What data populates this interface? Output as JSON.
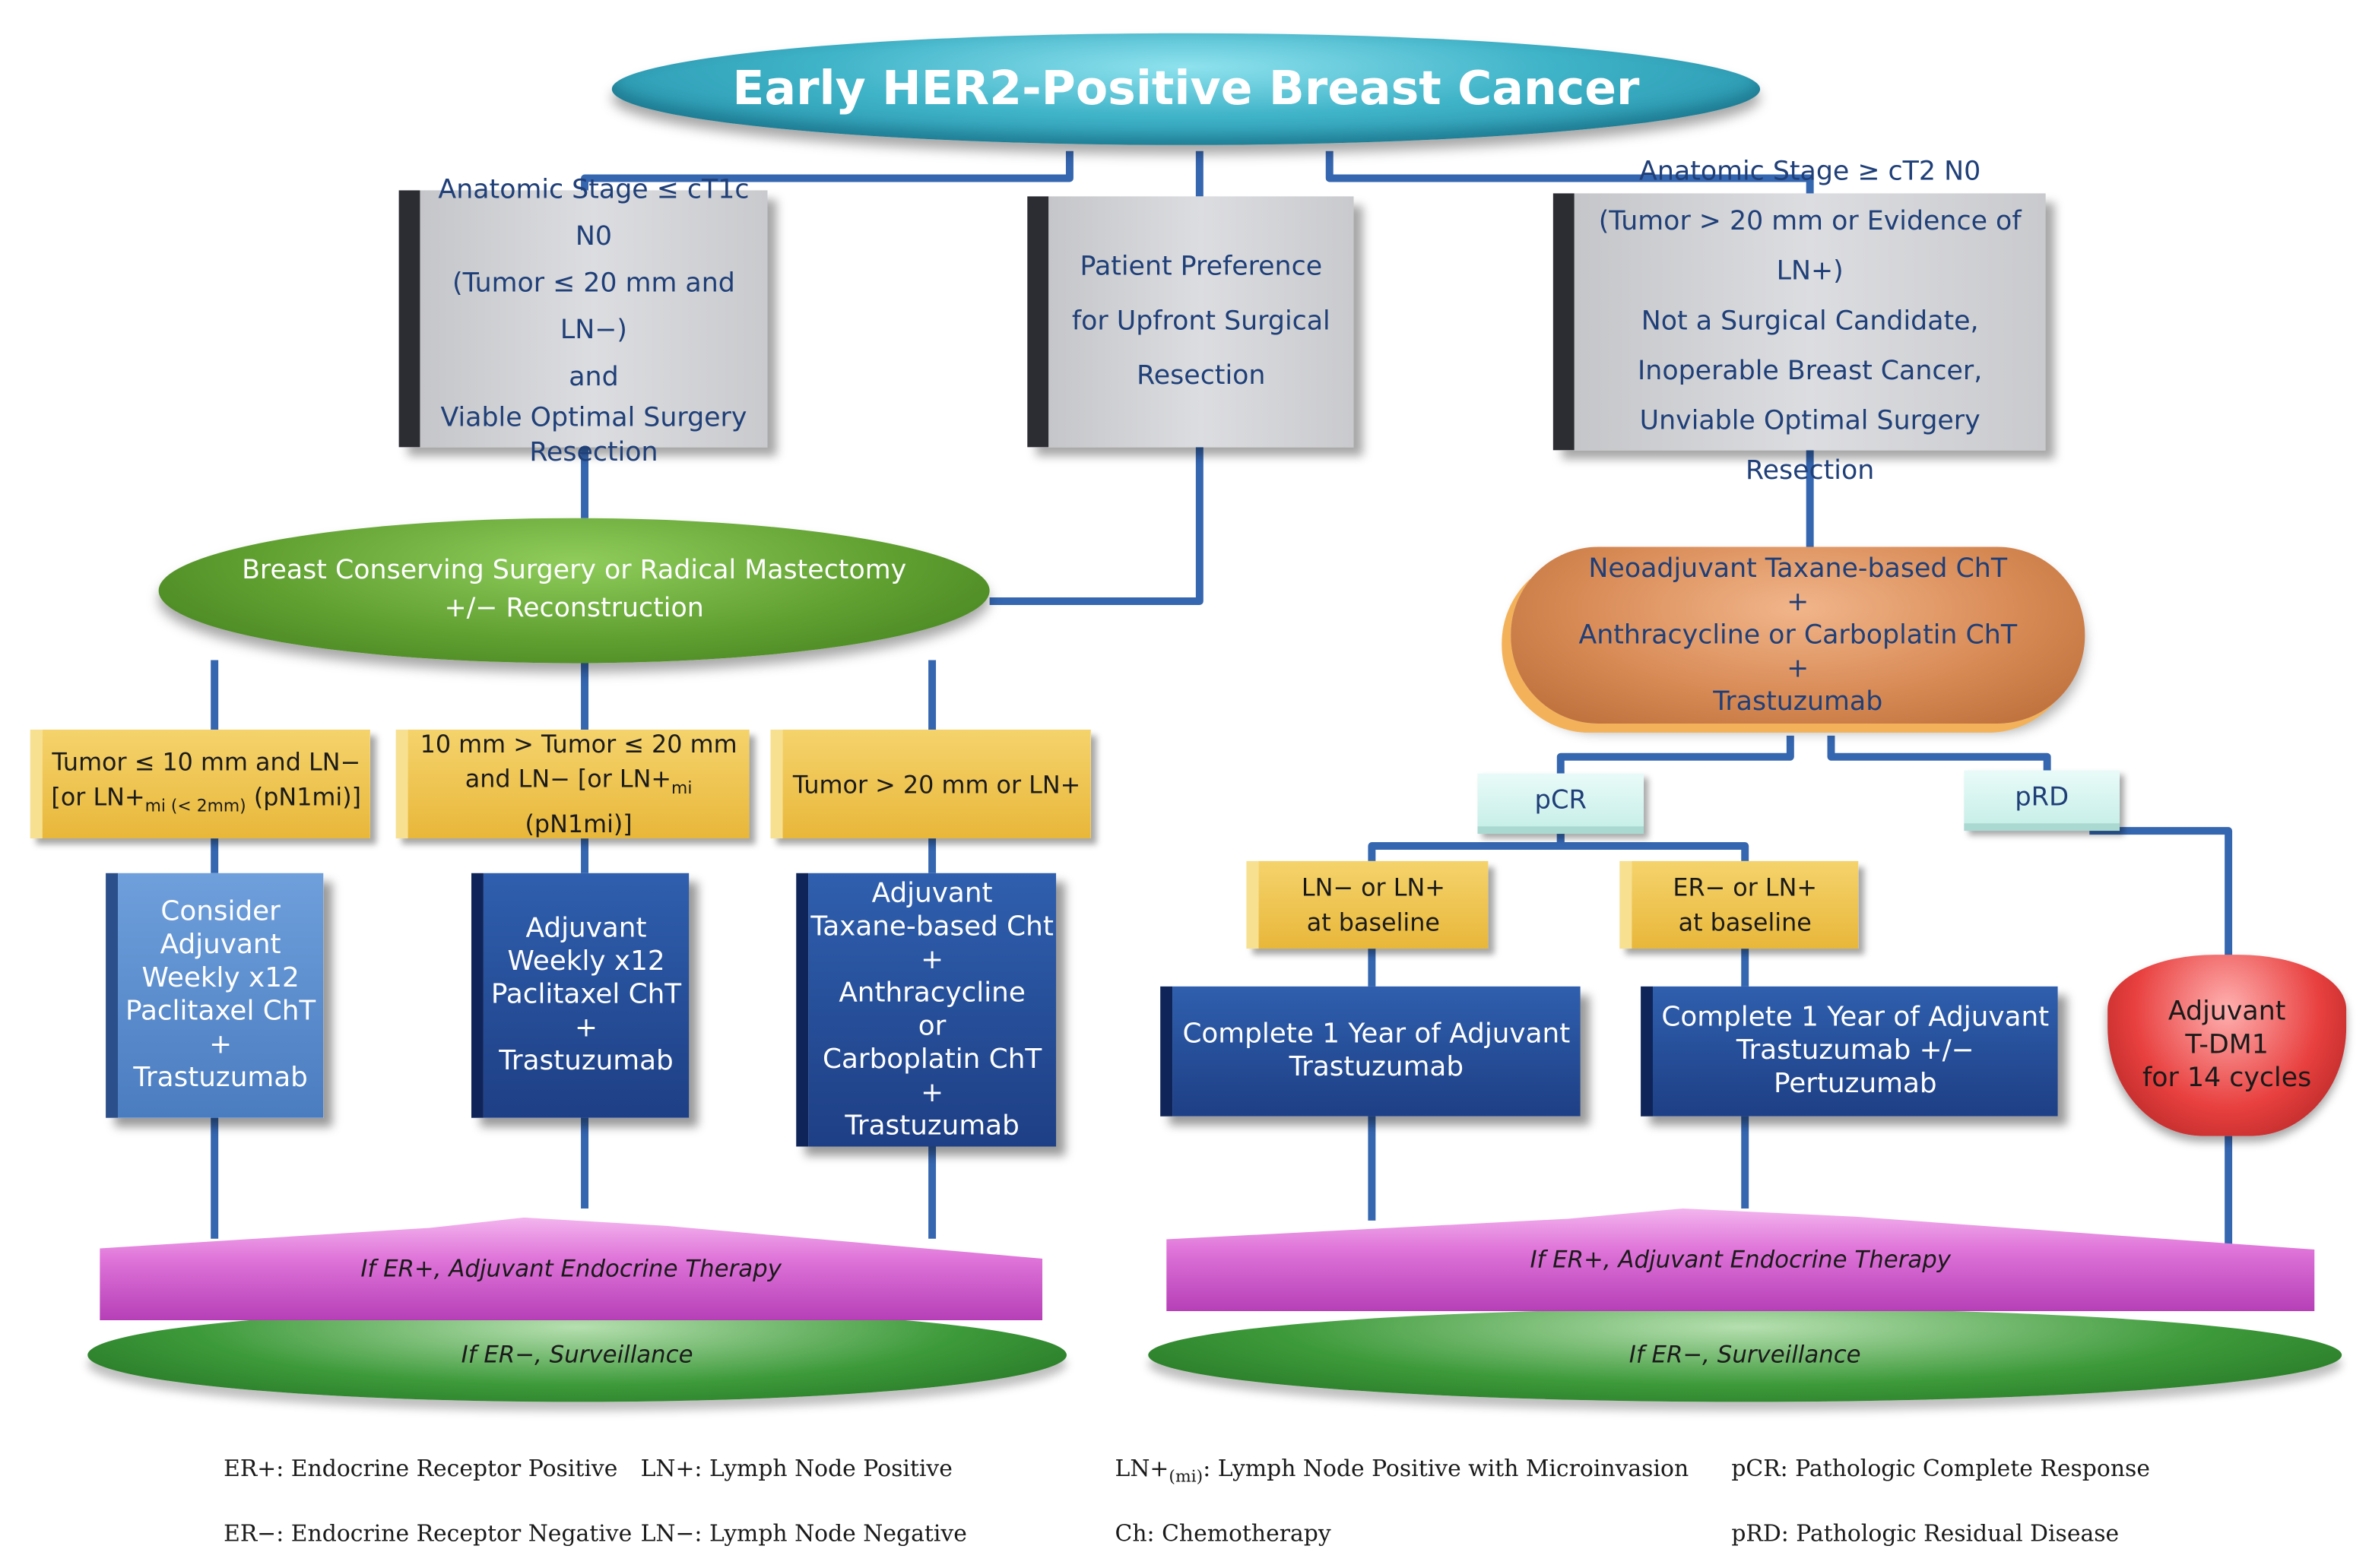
{
  "title": "Early HER2-Positive Breast Cancer",
  "criteria": {
    "left": [
      "Anatomic Stage ≤ cT1c N0",
      "(Tumor ≤ 20 mm and LN−)",
      "and",
      "Viable Optimal Surgery",
      "Resection"
    ],
    "middle": [
      "Patient Preference",
      "for Upfront Surgical",
      "Resection"
    ],
    "right": [
      "Anatomic Stage ≥ cT2 N0",
      "(Tumor > 20 mm or Evidence of LN+)",
      "Not a Surgical Candidate,",
      "Inoperable Breast Cancer,",
      "Unviable Optimal Surgery Resection"
    ]
  },
  "surgery": [
    "Breast Conserving Surgery or Radical Mastectomy",
    "+/− Reconstruction"
  ],
  "neoadjuvant": [
    "Neoadjuvant Taxane-based ChT",
    "+",
    "Anthracycline or Carboplatin ChT",
    "+",
    "Trastuzumab"
  ],
  "tumor_groups": {
    "small": {
      "line1": "Tumor ≤ 10 mm and LN−",
      "line2_pre": "[or LN+",
      "line2_sub": "mi (< 2mm)",
      "line2_post": " (pN1mi)]"
    },
    "medium": {
      "line1": "10 mm > Tumor ≤ 20 mm",
      "line2_pre": "and LN−  [or LN+",
      "line2_sub": "mi",
      "line2_post": " (pN1mi)]"
    },
    "large": {
      "line1": "Tumor > 20 mm or LN+"
    }
  },
  "treatments": {
    "small": [
      "Consider",
      "Adjuvant",
      "Weekly x12",
      "Paclitaxel ChT",
      "+",
      "Trastuzumab"
    ],
    "medium": [
      "Adjuvant",
      "Weekly x12",
      "Paclitaxel ChT",
      "+",
      "Trastuzumab"
    ],
    "large": [
      "Adjuvant",
      "Taxane-based Cht",
      "+",
      "Anthracycline",
      "or",
      "Carboplatin ChT",
      "+",
      "Trastuzumab"
    ]
  },
  "response": {
    "pcr": "pCR",
    "prd": "pRD"
  },
  "baseline": {
    "ln": [
      "LN− or LN+",
      "at baseline"
    ],
    "er": [
      "ER− or LN+",
      "at baseline"
    ]
  },
  "adjuvant_after": {
    "trastuzumab": [
      "Complete 1 Year of Adjuvant",
      "Trastuzumab"
    ],
    "pertuzumab": [
      "Complete 1 Year of Adjuvant",
      "Trastuzumab +/− Pertuzumab"
    ],
    "tdm1": [
      "Adjuvant",
      "T-DM1",
      "for 14 cycles"
    ]
  },
  "outcomes": {
    "endocrine": "If ER+, Adjuvant Endocrine Therapy",
    "surveillance": "If ER−, Surveillance"
  },
  "legend": {
    "er_pos": "ER+: Endocrine Receptor Positive",
    "er_neg": "ER−: Endocrine Receptor Negative",
    "ln_pos": "LN+: Lymph Node Positive",
    "ln_neg": "LN−: Lymph Node Negative",
    "lnmi_pre": "LN+",
    "lnmi_sub": "(mi)",
    "lnmi_post": ": Lymph Node Positive with Microinvasion",
    "ch": "Ch: Chemotherapy",
    "pcr": "pCR: Pathologic Complete Response",
    "prd": "pRD: Pathologic Residual Disease"
  },
  "colors": {
    "connector": "#3566b0",
    "title": "#3fb3c8",
    "surgery": "#5f9f30",
    "neoadjuvant": "#d88a55",
    "criteria": "#d0d1d4",
    "tumor_group": "#e8b73a",
    "treatment": "#1e3f85",
    "endocrine": "#df74d9",
    "surveillance": "#3d9a3a",
    "tdm1": "#e8403f"
  }
}
